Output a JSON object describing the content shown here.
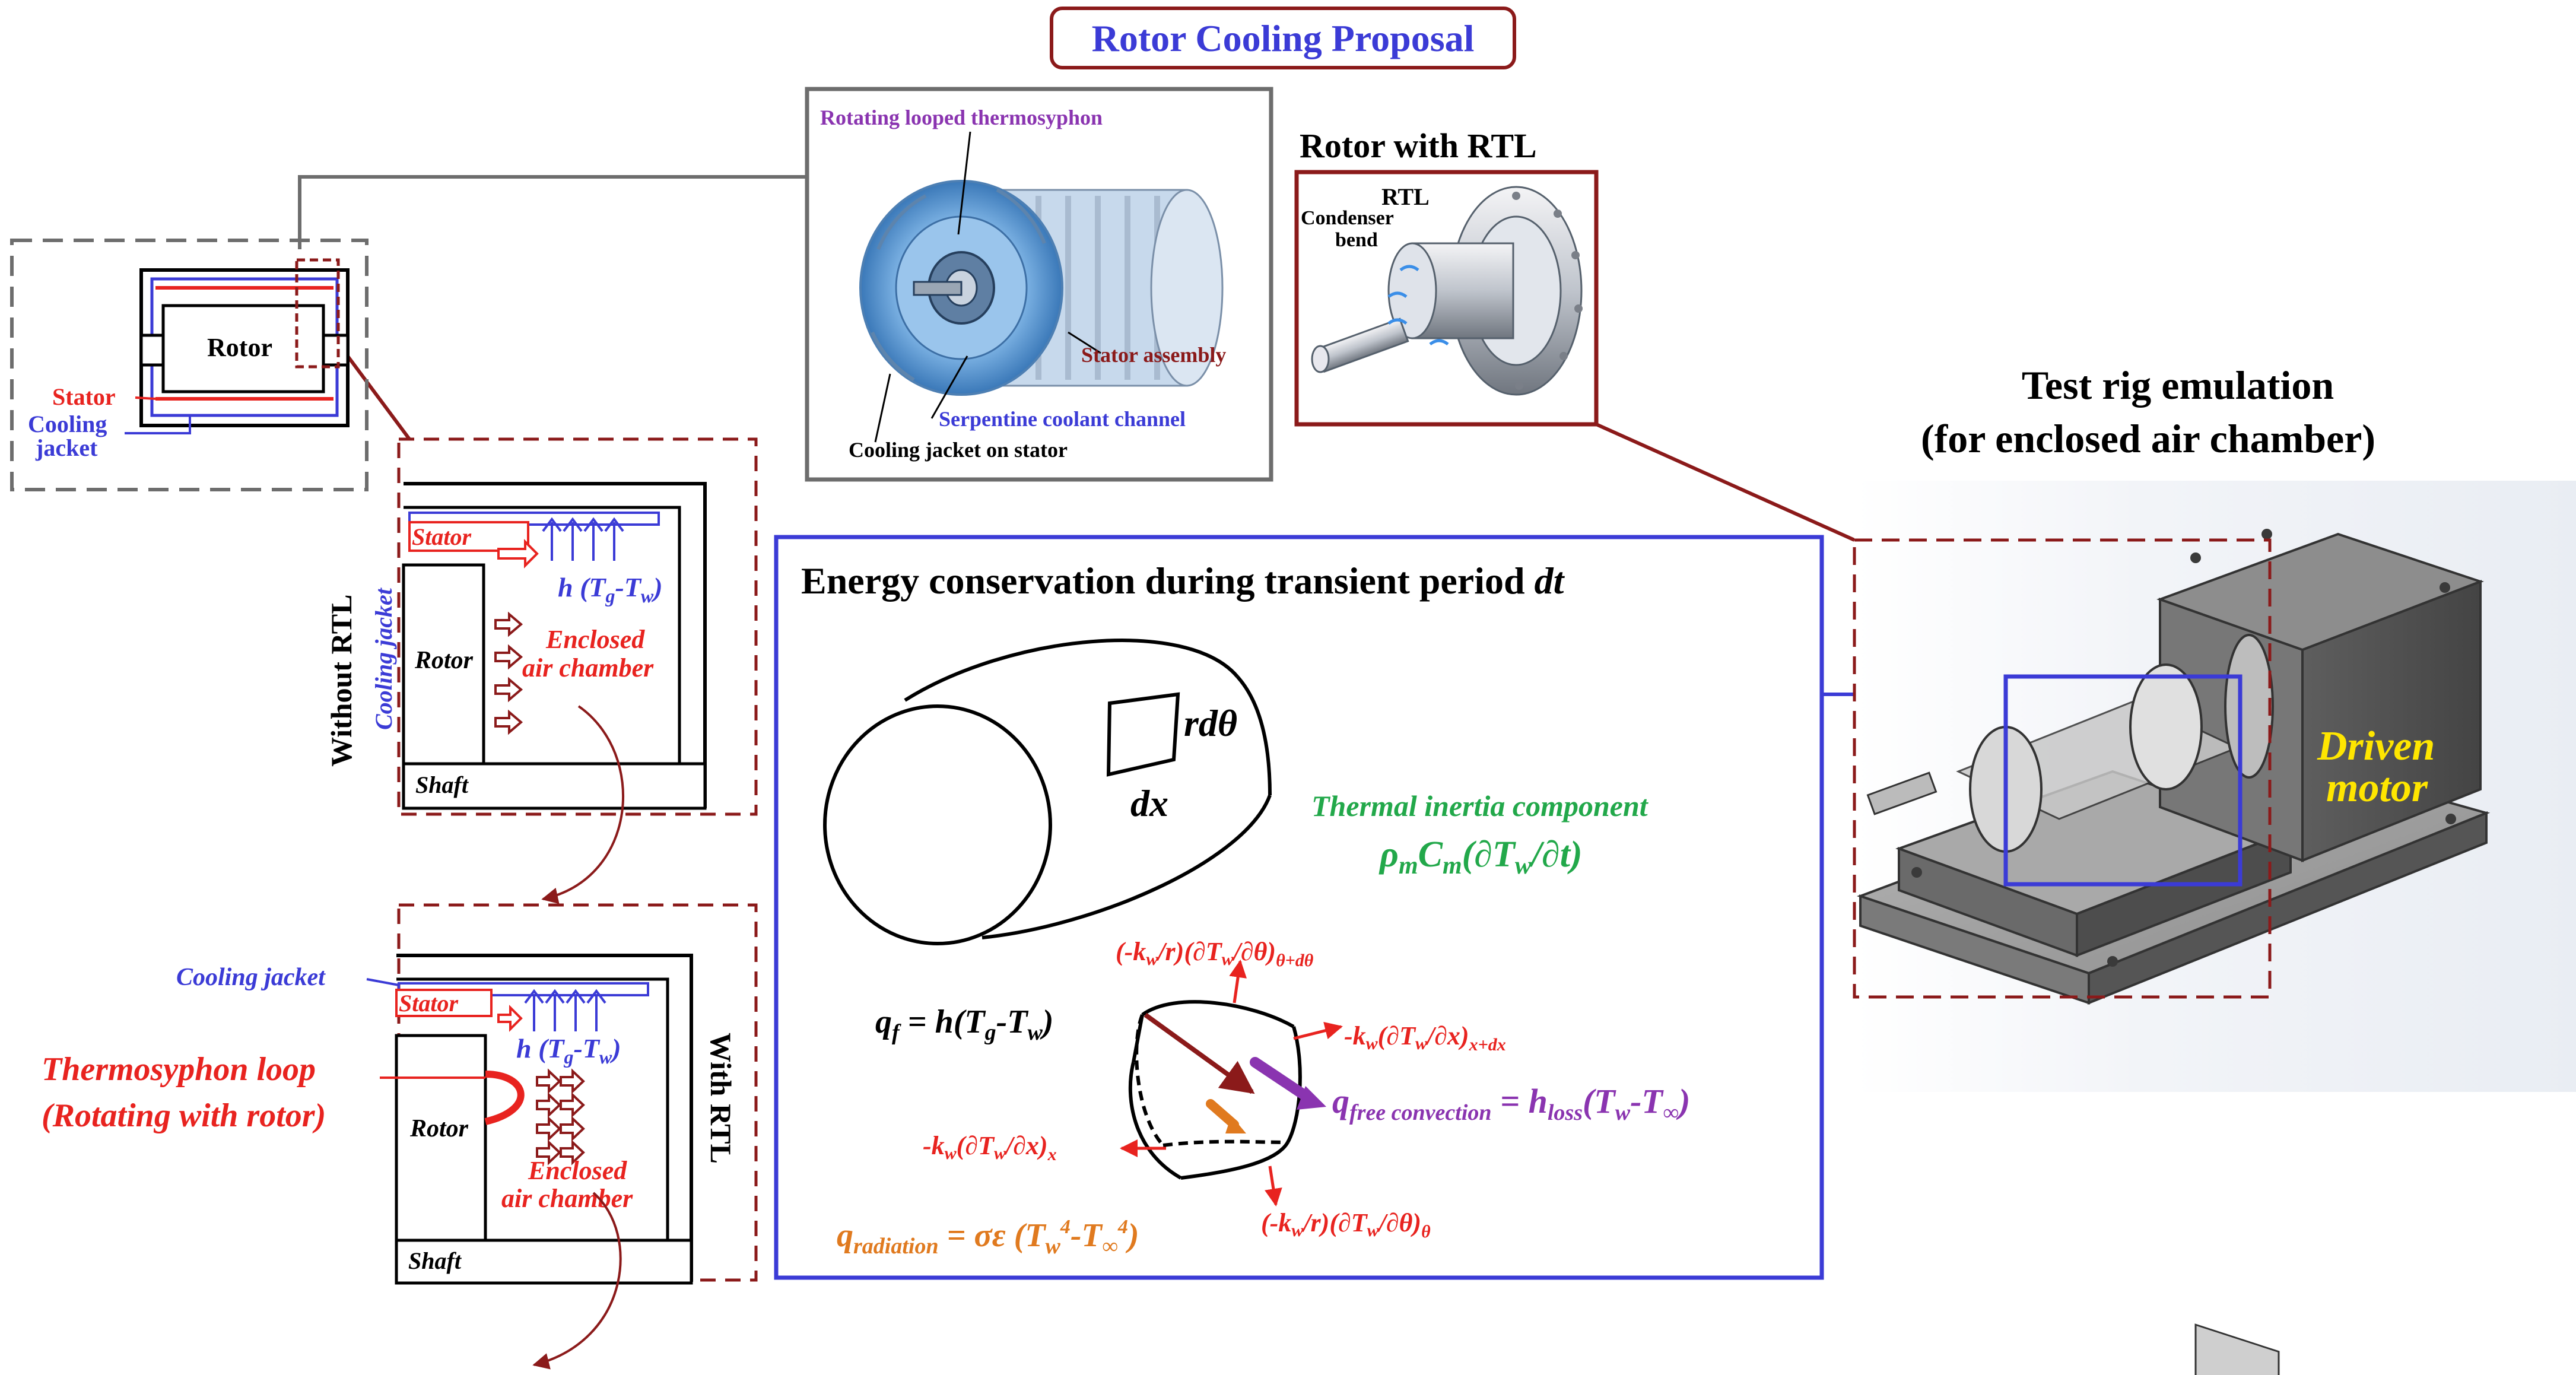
{
  "title": "Rotor Cooling Proposal",
  "colors": {
    "title_blue": "#3b3bd6",
    "title_border": "#8b1a1a",
    "dark_red": "#8b1a1a",
    "red": "#e8231f",
    "blue": "#3b3bd6",
    "green": "#22a84a",
    "purple": "#8a34b0",
    "orange": "#e07a1f",
    "yellow": "#ffe600",
    "gray": "#6d6d6d"
  },
  "schematic": {
    "rotor_label": "Rotor",
    "stator_label": "Stator",
    "cooling_jacket_label_1": "Cooling",
    "cooling_jacket_label_2": "jacket"
  },
  "without_rtl": {
    "side_label": "Without RTL",
    "cooling_jacket": "Cooling jacket",
    "stator": "Stator",
    "h_expr": "h (Tg-Tw)",
    "rotor": "Rotor",
    "enclosed_1": "Enclosed",
    "enclosed_2": "air chamber",
    "shaft": "Shaft"
  },
  "with_rtl": {
    "side_label": "With RTL",
    "cooling_jacket": "Cooling jacket",
    "stator": "Stator",
    "h_expr": "h (Tg-Tw)",
    "thermosyphon_1": "Thermosyphon loop",
    "thermosyphon_2": "(Rotating with rotor)",
    "rotor": "Rotor",
    "enclosed_1": "Enclosed",
    "enclosed_2": "air chamber",
    "shaft": "Shaft"
  },
  "thermosyphon_figure": {
    "label_top": "Rotating looped thermosyphon",
    "label_stator": "Stator assembly",
    "label_serpentine": "Serpentine coolant channel",
    "label_jacket": "Cooling jacket on stator"
  },
  "rotor_rtl": {
    "heading": "Rotor with RTL",
    "label_rtl": "RTL",
    "label_condenser_1": "Condenser",
    "label_condenser_2": "bend"
  },
  "energy": {
    "heading": "Energy conservation during transient period",
    "heading_dt": "dt",
    "rd_theta": "rdθ",
    "dx": "dx",
    "thermal_inertia": "Thermal inertia component",
    "rho_expr": "ρmCm(∂Tw/∂t)",
    "qf_expr": "qf = h(Tg-Tw)",
    "flux_top": "(-kw/r)(∂Tw/∂θ)θ+dθ",
    "flux_right": "-kw(∂Tw/∂x)x+dx",
    "flux_left": "-kw(∂Tw/∂x)x",
    "flux_bottom": "(-kw/r)(∂Tw/∂θ)θ",
    "free_conv": "qfree convection = hloss(Tw-T∞)",
    "radiation": "qradiation = σε (Tw4-T∞4)"
  },
  "test_rig": {
    "heading_1": "Test rig emulation",
    "heading_2": "(for enclosed air chamber)",
    "driven_1": "Driven",
    "driven_2": "motor"
  }
}
